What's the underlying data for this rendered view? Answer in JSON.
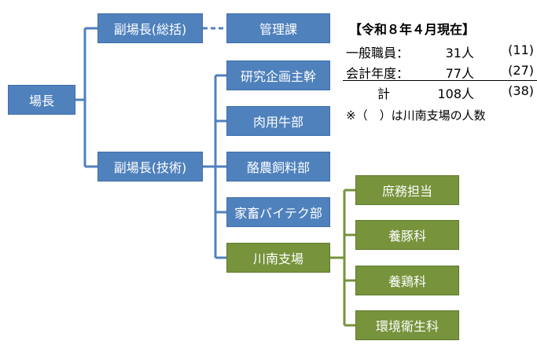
{
  "org_chart": {
    "director": "場長",
    "deputy_general": "副場長(総括)",
    "deputy_technical": "副場長(技術)",
    "management": "管理課",
    "departments": [
      "研究企画主幹",
      "肉用牛部",
      "酪農飼料部",
      "家畜バイテク部",
      "川南支場"
    ],
    "branch_units": [
      "庶務担当",
      "養豚科",
      "養鶏科",
      "環境衛生科"
    ]
  },
  "staff_table": {
    "title": "【令和８年４月現在】",
    "rows": [
      {
        "label": "一般職員：",
        "count": "31人",
        "branch": "(11)"
      },
      {
        "label": "会計年度：",
        "count": "77人",
        "branch": "(27)"
      }
    ],
    "total": {
      "label": "計",
      "count": "108人",
      "branch": "(38)"
    },
    "note": "※（　）は川南支場の人数"
  },
  "colors": {
    "blue_box": "#4f81bd",
    "green_box": "#77933c",
    "connector": "#4f81bd",
    "connector_branch": "#77933c"
  }
}
